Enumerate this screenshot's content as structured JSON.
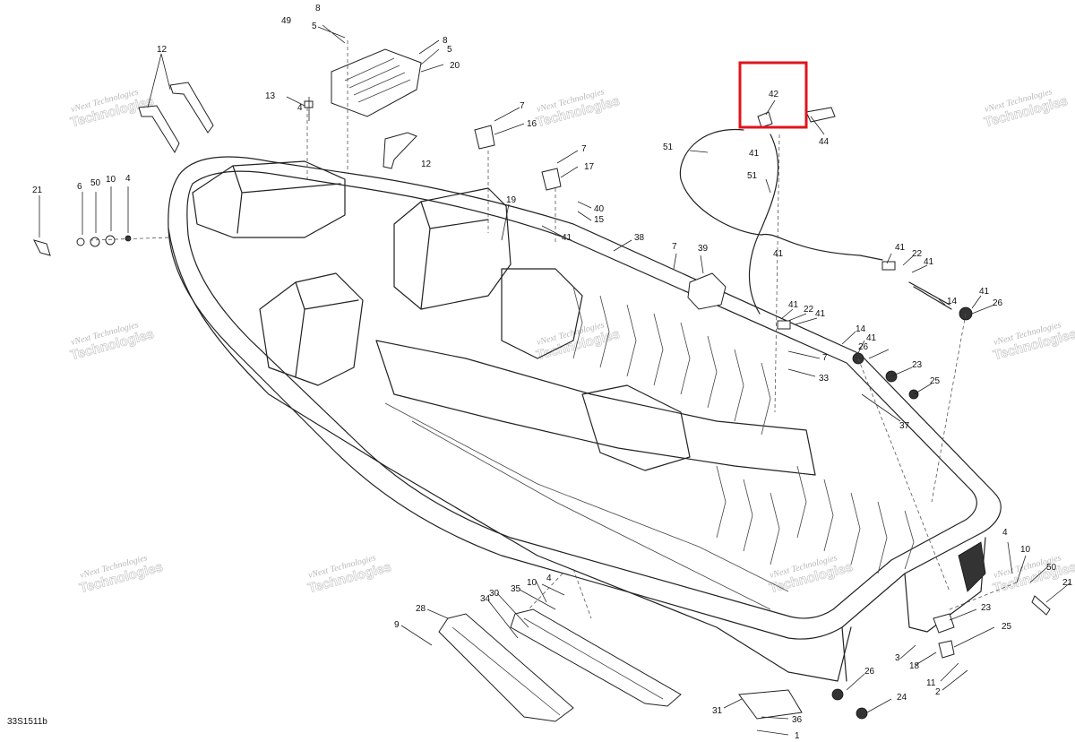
{
  "diagram": {
    "reference_code": "33S1511b",
    "watermark": {
      "line1": "vNext Technologies",
      "line2": "Technologies"
    },
    "highlight_color": "#e0141c",
    "highlighted_callout": "42",
    "callouts": [
      "8",
      "49",
      "5",
      "8",
      "5",
      "20",
      "12",
      "13",
      "4",
      "12",
      "7",
      "16",
      "7",
      "17",
      "40",
      "15",
      "41",
      "38",
      "7",
      "39",
      "21",
      "6",
      "50",
      "10",
      "4",
      "19",
      "42",
      "44",
      "51",
      "41",
      "51",
      "41",
      "41",
      "22",
      "41",
      "14",
      "41",
      "26",
      "41",
      "22",
      "41",
      "14",
      "41",
      "26",
      "23",
      "25",
      "7",
      "33",
      "37",
      "34",
      "30",
      "35",
      "10",
      "28",
      "9",
      "4",
      "23",
      "25",
      "3",
      "18",
      "26",
      "24",
      "31",
      "36",
      "1",
      "11",
      "2",
      "4",
      "10",
      "50",
      "21"
    ]
  }
}
